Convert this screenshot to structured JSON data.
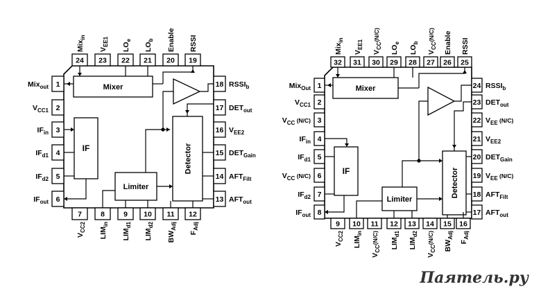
{
  "watermark": "Паятель.ру",
  "diagrams": [
    {
      "top_pins": [
        {
          "num": "24",
          "label": "Mix",
          "sub": "in"
        },
        {
          "num": "23",
          "label": "V",
          "sub": "EE1"
        },
        {
          "num": "22",
          "label": "LO",
          "sub": "e"
        },
        {
          "num": "21",
          "label": "LO",
          "sub": "b"
        },
        {
          "num": "20",
          "label": "Enable",
          "sub": ""
        },
        {
          "num": "19",
          "label": "RSSI",
          "sub": ""
        }
      ],
      "left_pins": [
        {
          "num": "1",
          "label": "Mix",
          "sub": "out"
        },
        {
          "num": "2",
          "label": "V",
          "sub": "CC1"
        },
        {
          "num": "3",
          "label": "IF",
          "sub": "in"
        },
        {
          "num": "4",
          "label": "IF",
          "sub": "d1"
        },
        {
          "num": "5",
          "label": "IF",
          "sub": "d2"
        },
        {
          "num": "6",
          "label": "IF",
          "sub": "out"
        }
      ],
      "right_pins": [
        {
          "num": "18",
          "label": "RSSI",
          "sub": "b"
        },
        {
          "num": "17",
          "label": "DET",
          "sub": "out"
        },
        {
          "num": "16",
          "label": "V",
          "sub": "EE2"
        },
        {
          "num": "15",
          "label": "DET",
          "sub": "Gain"
        },
        {
          "num": "14",
          "label": "AFT",
          "sub": "Filt"
        },
        {
          "num": "13",
          "label": "AFT",
          "sub": "out"
        }
      ],
      "bottom_pins": [
        {
          "num": "7",
          "label": "V",
          "sub": "CC2"
        },
        {
          "num": "8",
          "label": "LIM",
          "sub": "in"
        },
        {
          "num": "9",
          "label": "LIM",
          "sub": "d1"
        },
        {
          "num": "10",
          "label": "LIM",
          "sub": "d2"
        },
        {
          "num": "11",
          "label": "BW",
          "sub": "Adj"
        },
        {
          "num": "12",
          "label": "F",
          "sub": "Adj"
        }
      ],
      "blocks": {
        "mixer": "Mixer",
        "if": "IF",
        "limiter": "Limiter",
        "detector": "Detector"
      }
    },
    {
      "top_pins": [
        {
          "num": "32",
          "label": "Mix",
          "sub": "in"
        },
        {
          "num": "31",
          "label": "V",
          "sub": "EE1"
        },
        {
          "num": "30",
          "label": "V",
          "sub": "CC",
          "note": "(N/C)"
        },
        {
          "num": "29",
          "label": "LO",
          "sub": "e"
        },
        {
          "num": "28",
          "label": "LO",
          "sub": "b"
        },
        {
          "num": "27",
          "label": "V",
          "sub": "CC",
          "note": "(N/C)"
        },
        {
          "num": "26",
          "label": "Enable",
          "sub": ""
        },
        {
          "num": "25",
          "label": "RSSI",
          "sub": ""
        }
      ],
      "left_pins": [
        {
          "num": "1",
          "label": "Mix",
          "sub": "Out"
        },
        {
          "num": "2",
          "label": "V",
          "sub": "CC1"
        },
        {
          "num": "3",
          "label": "V",
          "sub": "CC",
          "note": " (N/C)"
        },
        {
          "num": "4",
          "label": "IF",
          "sub": "in"
        },
        {
          "num": "5",
          "label": "IF",
          "sub": "d1"
        },
        {
          "num": "6",
          "label": "V",
          "sub": "CC",
          "note": " (N/C)"
        },
        {
          "num": "7",
          "label": "IF",
          "sub": "d2"
        },
        {
          "num": "8",
          "label": "IF",
          "sub": "out"
        }
      ],
      "right_pins": [
        {
          "num": "24",
          "label": "RSSI",
          "sub": "b"
        },
        {
          "num": "23",
          "label": "DET",
          "sub": "out"
        },
        {
          "num": "22",
          "label": "V",
          "sub": "EE",
          "note": " (N/C)"
        },
        {
          "num": "21",
          "label": "V",
          "sub": "EE2"
        },
        {
          "num": "20",
          "label": "DET",
          "sub": "Gain"
        },
        {
          "num": "19",
          "label": "V",
          "sub": "EE",
          "note": " (N/C)"
        },
        {
          "num": "18",
          "label": "AFT",
          "sub": "Filt"
        },
        {
          "num": "17",
          "label": "AFT",
          "sub": "out"
        }
      ],
      "bottom_pins": [
        {
          "num": "9",
          "label": "V",
          "sub": "CC2"
        },
        {
          "num": "10",
          "label": "LIM",
          "sub": "in"
        },
        {
          "num": "11",
          "label": "V",
          "sub": "CC",
          "note": "(N/C)"
        },
        {
          "num": "12",
          "label": "LIM",
          "sub": "d1"
        },
        {
          "num": "13",
          "label": "LIM",
          "sub": "d2"
        },
        {
          "num": "14",
          "label": "V",
          "sub": "CC",
          "note": "(N/C)"
        },
        {
          "num": "15",
          "label": "BW",
          "sub": "Adj"
        },
        {
          "num": "16",
          "label": "F",
          "sub": "Adj"
        }
      ],
      "blocks": {
        "mixer": "Mixer",
        "if": "IF",
        "limiter": "Limiter",
        "detector": "Detector"
      }
    }
  ]
}
